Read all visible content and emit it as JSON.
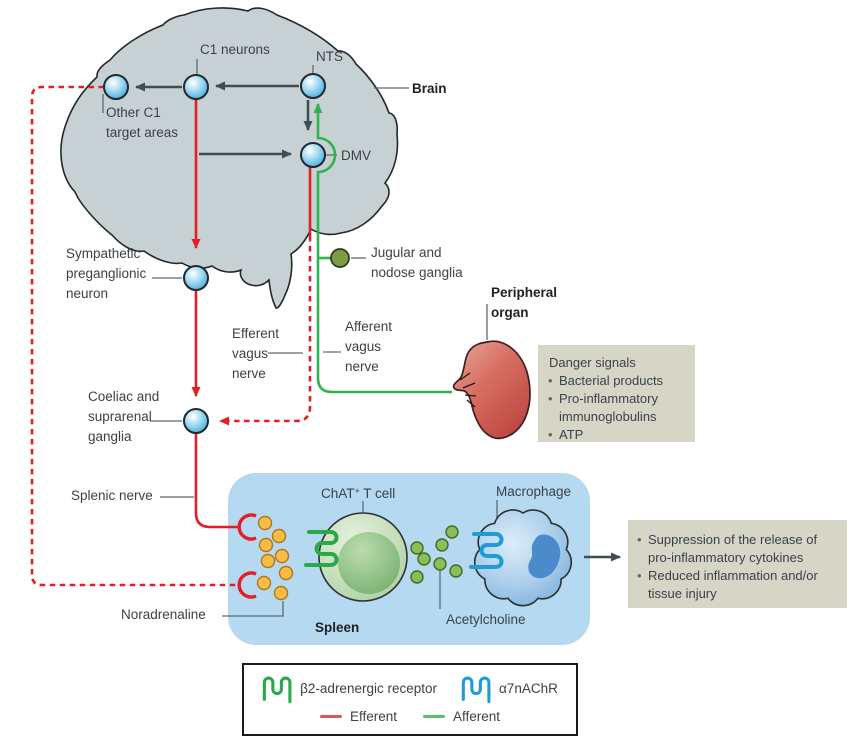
{
  "figure": {
    "brain_label": "Brain",
    "c1_neurons": "C1 neurons",
    "nts": "NTS",
    "other_c1": "Other C1\ntarget areas",
    "dmv": "DMV",
    "sympathetic": "Sympathetic\npreganglionic\nneuron",
    "jugular": "Jugular and\nnodose ganglia",
    "efferent_vagus": "Efferent\nvagus\nnerve",
    "afferent_vagus": "Afferent\nvagus\nnerve",
    "coeliac": "Coeliac and\nsuprarenal\nganglia",
    "splenic_nerve": "Splenic nerve",
    "peripheral_organ": "Peripheral\norgan",
    "noradrenaline": "Noradrenaline",
    "chat_pre": "ChAT",
    "chat_sup": "+",
    "chat_post": " T cell",
    "macrophage": "Macrophage",
    "acetylcholine": "Acetylcholine",
    "spleen": "Spleen"
  },
  "danger_box": {
    "title": "Danger signals",
    "items": [
      "Bacterial products",
      "Pro-inflammatory immunoglobulins",
      "ATP"
    ]
  },
  "outcome_box": {
    "items": [
      "Suppression of the release of pro-inflammatory cytokines",
      "Reduced inflammation and/or tissue injury"
    ]
  },
  "legend": {
    "beta2": "β2-adrenergic receptor",
    "alpha7": "α7nAChR",
    "efferent": "Efferent",
    "afferent": "Afferent"
  },
  "colors": {
    "efferent_red": "#e31e24",
    "afferent_green": "#2eb44d",
    "arrow_dark": "#3f4d53",
    "pointer_gray": "#5c6b71",
    "spleen_blue": "#b4d9f0",
    "box_beige": "#d6d5c6",
    "brain_gray": "#c7d1d3",
    "receptor_green": "#2aa84c",
    "receptor_blue": "#1e9cd8",
    "noradrenaline_yellow": "#f7bd45",
    "acetylcholine_green": "#8cbd58",
    "node_blue": "#44aadd",
    "ganglion_olive": "#7d9c45",
    "kidney_red": "#bc4540"
  }
}
